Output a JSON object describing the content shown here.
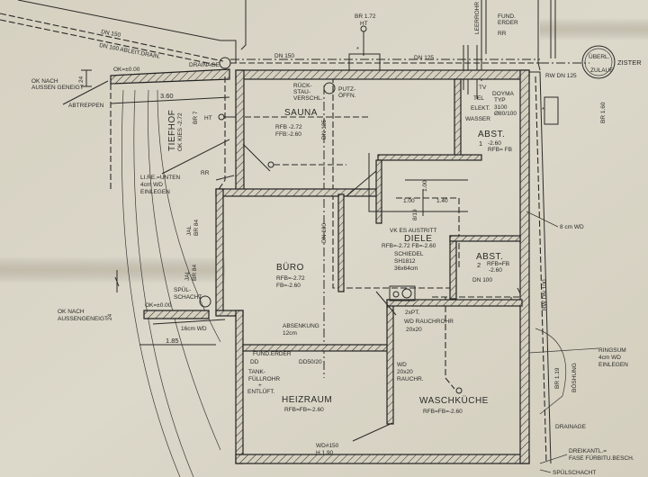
{
  "pipes": {
    "dn150_top": "DN 150",
    "dn100_drain": "DN 100 ABLEIT.DRAIN.",
    "dn150_right": "DN 150",
    "dn125": "DN 125",
    "rw_dn125": "RW DN 125",
    "dn100_center": "DN 100",
    "dn100_lower": "DN 100",
    "rw_dn100": "RW DN 100",
    "leerrohr": "LEERROHR",
    "drainage_top": "DRAINAGE",
    "drainage_right": "DRAINAGE"
  },
  "tiefhof": {
    "name": "TIEFHOF",
    "level": "OK KIES -2.72",
    "br": "BR 7",
    "ok_top": "OK=±0.00",
    "ok_nach_top": "OK NACH\nAUSSEN GENEIGT",
    "slope_top": "24",
    "abtreppen": "ABTREPPEN",
    "dim_width": "3.60",
    "li_re": "LI.RE.=UNTEN",
    "wd4": "4cm WD",
    "einlegen": "EINLEGEN",
    "rr": "RR",
    "ht": "HT",
    "jal": "JAL",
    "br84a": "BR 84",
    "br84b": "BR 84",
    "spul": "SPÜL-",
    "schacht": "SCHACHT",
    "ok_bottom": "OK=±0.00",
    "ok_nach_bottom_1": "OK NACH",
    "ok_nach_bottom_2": "AUSSENGENEIGT",
    "slope_bottom": "24",
    "wd16": "16cm WD",
    "dim_185": "1.85",
    "ok_nach_top_1": "OK NACH",
    "ok_nach_top_2": "AUSSEN GENEIGT"
  },
  "rooms": {
    "sauna": {
      "name": "SAUNA",
      "rfb": "RFB -2.72",
      "ffb": "FFB:-2.60"
    },
    "buero": {
      "name": "BÜRO",
      "rfb": "RFB=-2.72",
      "fb": "FB=-2.60"
    },
    "diele": {
      "name": "DIELE",
      "rfb": "RFB=-2.72 FB=-2.60"
    },
    "abst1": {
      "name": "ABST.",
      "num": "1",
      "level": "-2.60",
      "rfb": "RFB= FB"
    },
    "abst2": {
      "name": "ABST.",
      "num": "2",
      "rfb": "RFB=FB",
      "level": "-2.60"
    },
    "heizraum": {
      "name": "HEIZRAUM",
      "rfb": "RFB=FB=-2.60"
    },
    "waschkueche": {
      "name": "WASCHKÜCHE",
      "rfb": "RFB=FB=-2.60"
    }
  },
  "annotations": {
    "rueck1": "RÜCK-",
    "rueck2": "STAU-",
    "rueck3": "VERSCHL.",
    "putz1": "PUTZ-",
    "putz2": "ÖFFN.",
    "br172": "BR 1.72",
    "ht_top": "HT",
    "fund_erder_top1": "FUND.",
    "fund_erder_top2": "ERDER",
    "rr_top": "RR",
    "tv": "TV",
    "tel": "TEL",
    "elekt": "ELEKT.",
    "wasser": "WASSER",
    "doyma1": "DOYMA",
    "doyma2": "TYP",
    "doyma3": "3100",
    "doyma4": "Ø80/100",
    "ueberl": "ÜBERL.",
    "zulauf": "ZULAUF",
    "zister": "ZISTER",
    "br160": "BR 1.60",
    "wd8": "8 cm WD",
    "dim_100a": "1.00",
    "dim_140": "1.40",
    "dim_100b": "1.00",
    "dim_steps": "8/19",
    "vk_es": "VK ES AUSTRITT",
    "schiedel1": "SCHIEDEL",
    "schiedel2": "SH1812",
    "schiedel3": "36x64cm",
    "pt1": "2xPT.",
    "pt2": "WD RAUCHROHR",
    "pt3": "20x20",
    "wd_r1": "WD",
    "wd_r2": "20x20",
    "wd_r3": "RAUCHR.",
    "absenkung1": "ABSENKUNG",
    "absenkung2": "12cm",
    "fund_erder": "FUND.ERDER",
    "dd": "DD",
    "dd5020": "DD50/20",
    "tank1": "TANK-",
    "tank2": "FÜLLROHR",
    "tank3": "+",
    "tank4": "ENTLÜFT.",
    "wd150": "WD#150",
    "h190": "H.1.90",
    "ringsum1": "RINGSUM",
    "ringsum2": "4cm WD",
    "ringsum3": "EINLEGEN",
    "br119": "BR 1.19",
    "boeschung": "BÖSHUNG",
    "dreikant1": "DREIKANTL.=",
    "dreikant2": "FASE FÜRBITU.BESCH.",
    "spuelschacht": "SPÜLSCHACHT",
    "star": "*"
  },
  "colors": {
    "paper": "#d9d4c4",
    "ink": "#2a2a28"
  }
}
